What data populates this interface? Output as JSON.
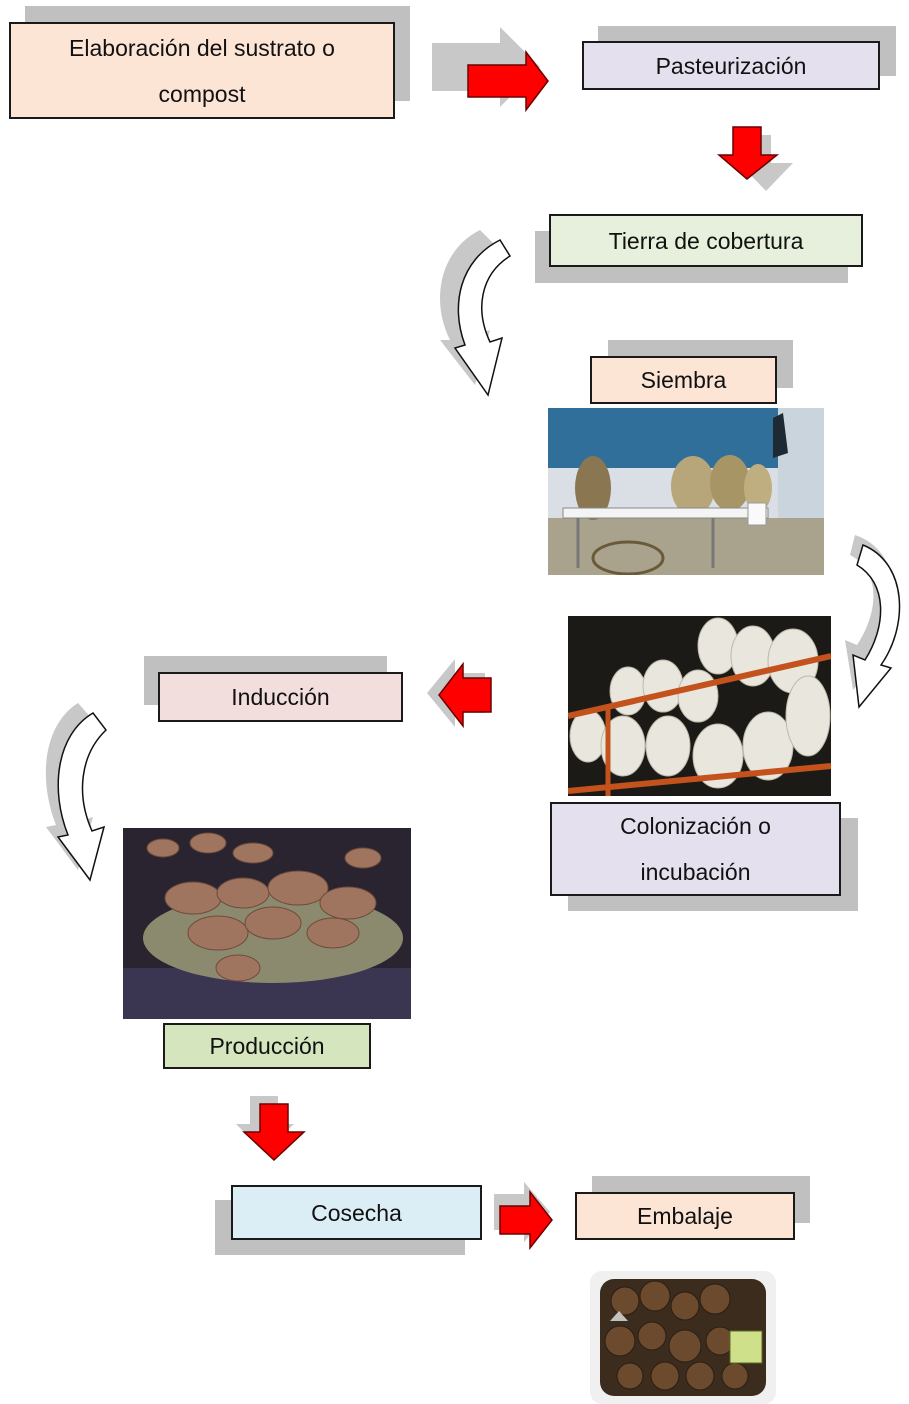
{
  "steps": {
    "sustrato": {
      "label": "Elaboración del sustrato o compost",
      "color": "#fde5d6"
    },
    "pasteurizacion": {
      "label": "Pasteurización",
      "color": "#e4e0ee"
    },
    "tierra": {
      "label": "Tierra de cobertura",
      "color": "#e6f0dc"
    },
    "siembra": {
      "label": "Siembra",
      "color": "#fde5d6"
    },
    "colonizacion": {
      "label": "Colonización o incubación",
      "color": "#e4e0ee"
    },
    "induccion": {
      "label": "Inducción",
      "color": "#f3dede"
    },
    "produccion": {
      "label": "Producción",
      "color": "#d5e6bf"
    },
    "cosecha": {
      "label": "Cosecha",
      "color": "#dceef5"
    },
    "embalaje": {
      "label": "Embalaje",
      "color": "#fde5d6"
    }
  },
  "colors": {
    "arrow_red": "#ff0000",
    "shadow_gray": "#c0c0c0"
  }
}
